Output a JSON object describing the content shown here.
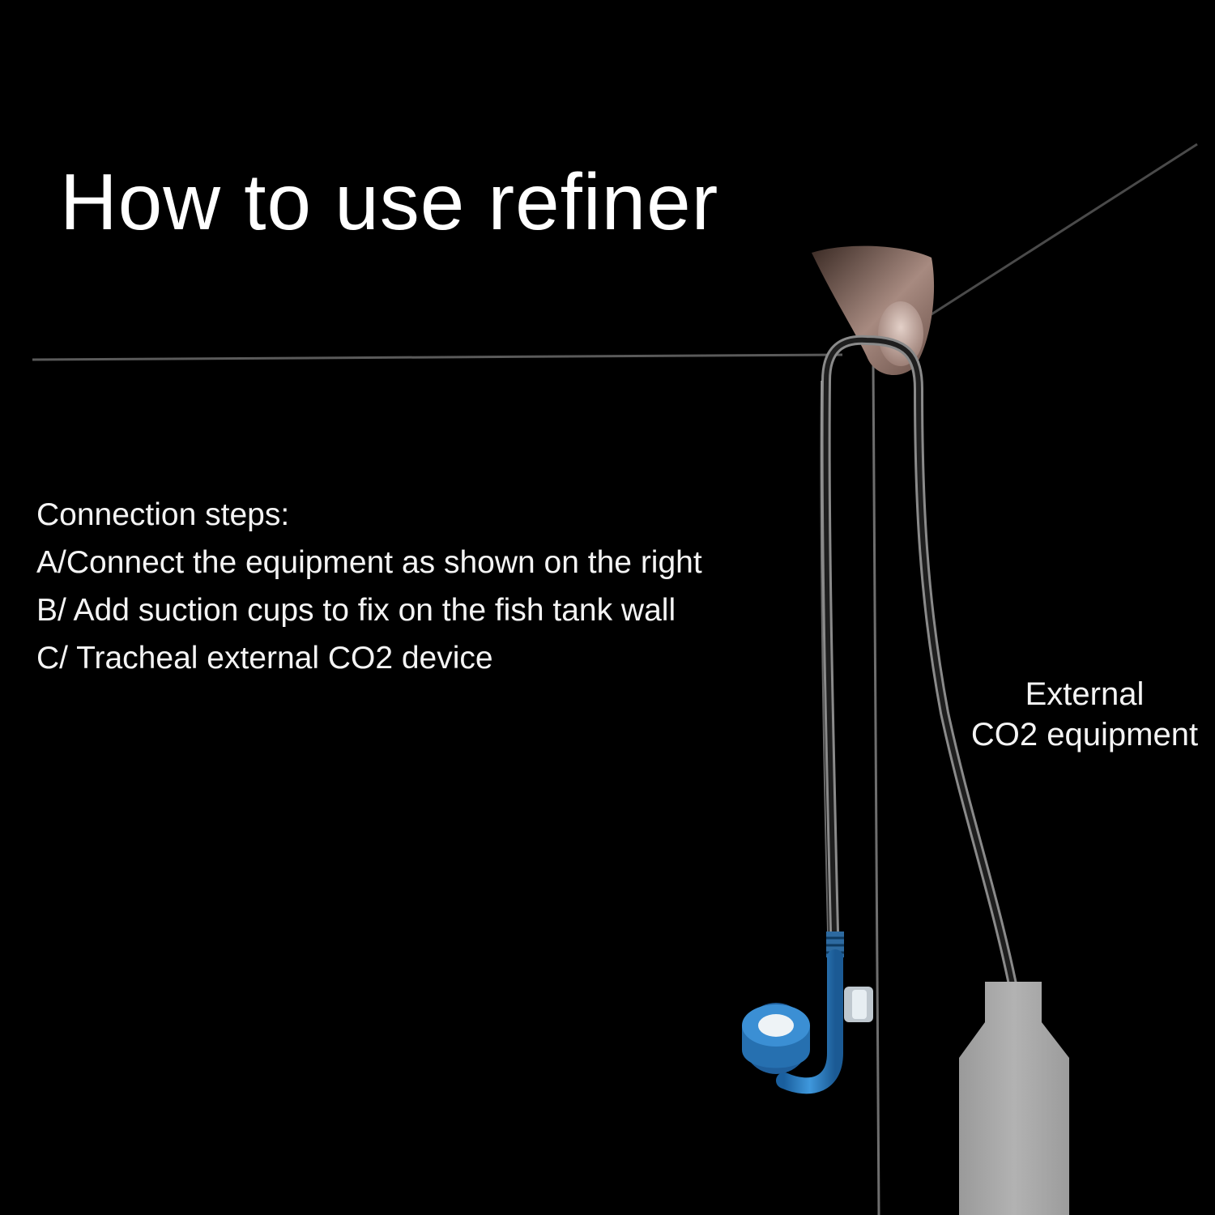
{
  "title": "How to use refiner",
  "steps": {
    "heading": "Connection steps:",
    "items": [
      "A/Connect the equipment as shown on the right",
      "B/ Add suction cups to fix on the fish tank wall",
      "C/ Tracheal external CO2 device"
    ]
  },
  "external_label": {
    "line1": "External",
    "line2": "CO2 equipment"
  },
  "colors": {
    "background": "#000000",
    "text": "#ffffff",
    "diffuser_blue": "#2a7fc4",
    "bottle_gray": "#a7a7a7"
  },
  "icons": [
    "hand-icon",
    "co2-diffuser-icon",
    "co2-bottle-icon",
    "tube-icon"
  ]
}
